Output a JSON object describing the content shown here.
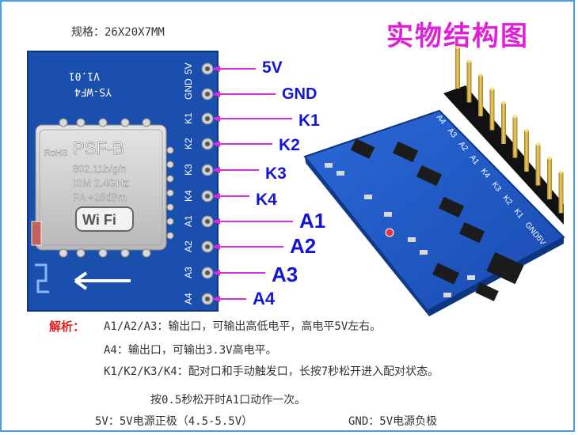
{
  "spec_label": "规格：26X20X7MM",
  "title": "实物结构图",
  "module": {
    "marking": "YS-WF4",
    "version": "V1.01",
    "chip_name": "PSF-B",
    "chip_line1": "802.11b/g/n",
    "chip_line2": "ISM 2.4GHz",
    "chip_line3": "PA +25dBm",
    "rohs": "RoHS",
    "wifi_logo": "Wi Fi",
    "pin_silk": [
      "5V",
      "GND",
      "K1",
      "K2",
      "K3",
      "K4",
      "A1",
      "A2",
      "A3",
      "A4"
    ]
  },
  "pin_labels": [
    "5V",
    "GND",
    "K1",
    "K2",
    "K3",
    "K4",
    "A1",
    "A2",
    "A3",
    "A4"
  ],
  "board_silk": [
    "A4",
    "A3",
    "A2",
    "A1",
    "K4",
    "K3",
    "K2",
    "K1",
    "GND",
    "5V"
  ],
  "colors": {
    "arrow": "#d62de0",
    "pin_label": "#1414d8",
    "title": "#e020d8",
    "note_head": "#e02020",
    "pcb": "#1a4fae"
  },
  "notes": {
    "head": "解析：",
    "line1": "A1/A2/A3：输出口，可输出高低电平，高电平5V左右。",
    "line2": "A4：输出口，可输出3.3V高电平。",
    "line3": "K1/K2/K3/K4：配对口和手动触发口，长按7秒松开进入配对状态。",
    "line4": "按0.5秒松开时A1口动作一次。",
    "line5": "5V：5V电源正极（4.5-5.5V）",
    "line6": "GND：5V电源负极"
  }
}
